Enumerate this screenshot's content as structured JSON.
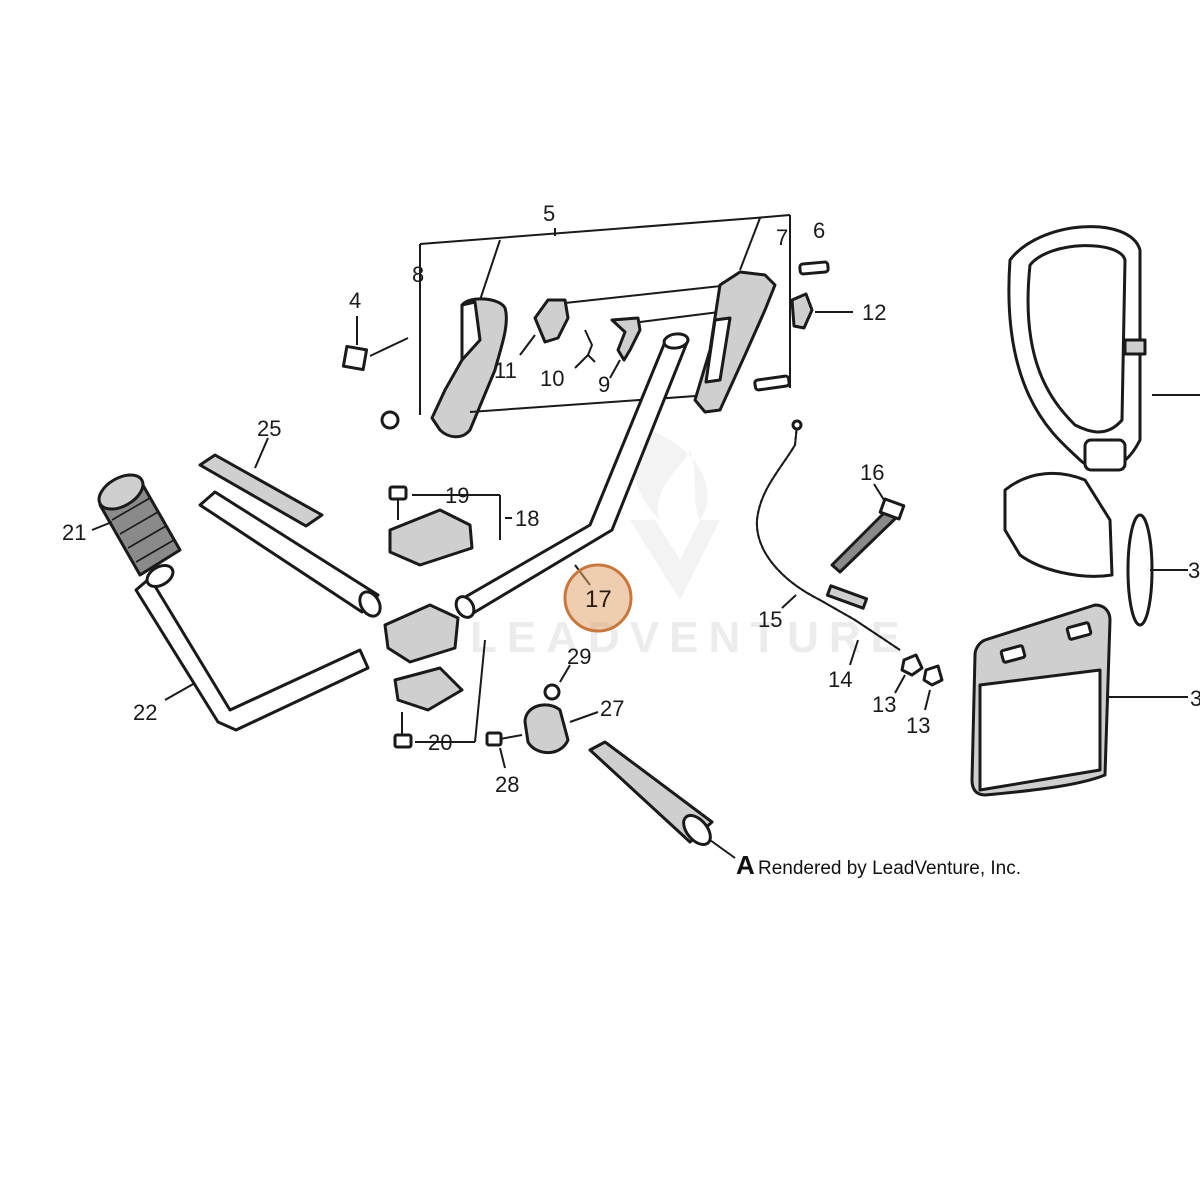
{
  "callouts": {
    "c4": "4",
    "c5": "5",
    "c6": "6",
    "c7": "7",
    "c8": "8",
    "c9": "9",
    "c10": "10",
    "c11": "11",
    "c12": "12",
    "c13a": "13",
    "c13b": "13",
    "c14": "14",
    "c15": "15",
    "c16": "16",
    "c17": "17",
    "c18": "18",
    "c19": "19",
    "c20": "20",
    "c21": "21",
    "c22": "22",
    "c25": "25",
    "c27": "27",
    "c28": "28",
    "c29": "29",
    "c3a": "3",
    "c3b": "3"
  },
  "highlight": {
    "label": "17",
    "color": "#e2a46f"
  },
  "credit": {
    "marker": "A",
    "text": "Rendered by LeadVenture, Inc."
  },
  "watermark": {
    "text": "LEADVENTURE"
  }
}
